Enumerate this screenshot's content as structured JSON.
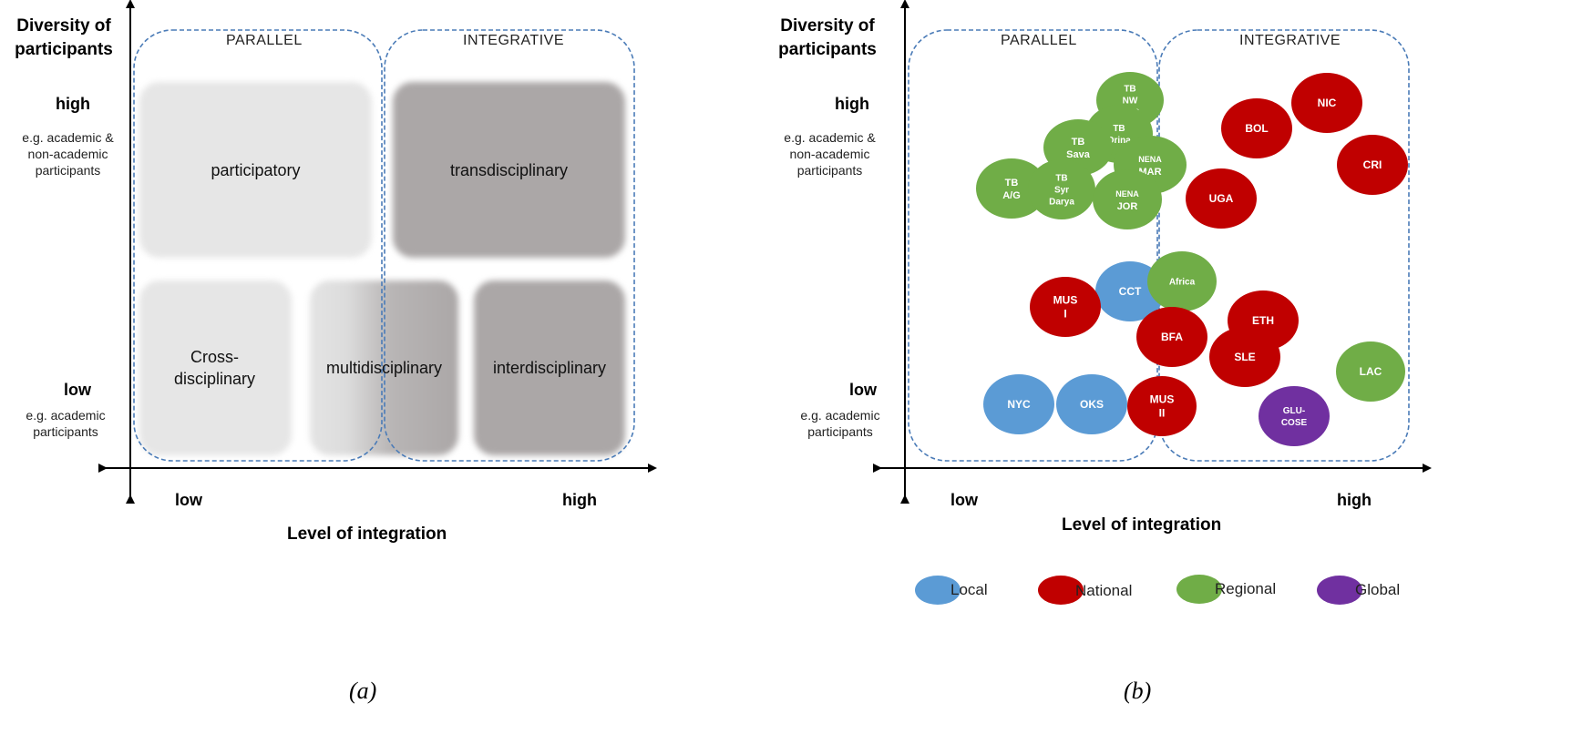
{
  "panel_a": {
    "y_title": "Diversity of participants",
    "y_high": "high",
    "y_high_example": "e.g. academic & non-academic participants",
    "y_low": "low",
    "y_low_example": "e.g. academic participants",
    "x_low": "low",
    "x_high": "high",
    "x_title": "Level of integration",
    "region_parallel": "PARALLEL",
    "region_integrative": "INTEGRATIVE",
    "box_participatory": "participatory",
    "box_transdisciplinary": "transdisciplinary",
    "box_cross": "Cross-disciplinary",
    "box_multi": "multidisciplinary",
    "box_inter": "interdisciplinary",
    "caption": "(a)"
  },
  "panel_b": {
    "y_title": "Diversity of participants",
    "y_high": "high",
    "y_high_example": "e.g. academic & non-academic participants",
    "y_low": "low",
    "y_low_example": "e.g. academic participants",
    "x_low": "low",
    "x_high": "high",
    "x_title": "Level of integration",
    "region_parallel": "PARALLEL",
    "region_integrative": "INTEGRATIVE",
    "caption": "(b)",
    "colors": {
      "Local": "#5b9bd5",
      "National": "#c00000",
      "Regional": "#70ad47",
      "Global": "#7030a0"
    },
    "legend": [
      "Local",
      "National",
      "Regional",
      "Global"
    ],
    "projects": [
      {
        "lines": [
          "TB",
          "NW",
          "SAS"
        ],
        "scale": "Regional"
      },
      {
        "lines": [
          "TB",
          "Drina"
        ],
        "scale": "Regional"
      },
      {
        "lines": [
          "TB",
          "Sava"
        ],
        "scale": "Regional"
      },
      {
        "lines": [
          "NENA",
          "MAR"
        ],
        "scale": "Regional"
      },
      {
        "lines": [
          "TB",
          "A/G"
        ],
        "scale": "Regional"
      },
      {
        "lines": [
          "TB",
          "Syr",
          "Darya"
        ],
        "scale": "Regional"
      },
      {
        "lines": [
          "NENA",
          "JOR"
        ],
        "scale": "Regional"
      },
      {
        "lines": [
          "NIC"
        ],
        "scale": "National"
      },
      {
        "lines": [
          "BOL"
        ],
        "scale": "National"
      },
      {
        "lines": [
          "CRI"
        ],
        "scale": "National"
      },
      {
        "lines": [
          "UGA"
        ],
        "scale": "National"
      },
      {
        "lines": [
          "CCT"
        ],
        "scale": "Local"
      },
      {
        "lines": [
          "Africa"
        ],
        "scale": "Regional"
      },
      {
        "lines": [
          "MUS",
          "I"
        ],
        "scale": "National"
      },
      {
        "lines": [
          "ETH"
        ],
        "scale": "National"
      },
      {
        "lines": [
          "BFA"
        ],
        "scale": "National"
      },
      {
        "lines": [
          "SLE"
        ],
        "scale": "National"
      },
      {
        "lines": [
          "LAC"
        ],
        "scale": "Regional"
      },
      {
        "lines": [
          "NYC"
        ],
        "scale": "Local"
      },
      {
        "lines": [
          "OKS"
        ],
        "scale": "Local"
      },
      {
        "lines": [
          "MUS",
          "II"
        ],
        "scale": "National"
      },
      {
        "lines": [
          "GLU-",
          "COSE"
        ],
        "scale": "Global"
      }
    ]
  }
}
